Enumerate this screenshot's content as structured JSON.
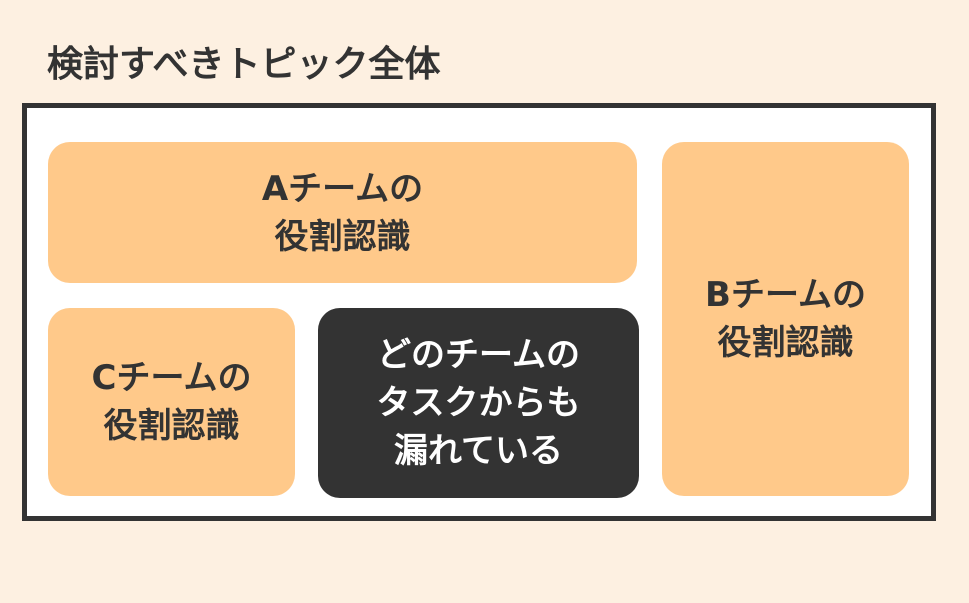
{
  "title": "検討すべきトピック全体",
  "cards": {
    "a": {
      "line1": "Aチームの",
      "line2": "役割認識"
    },
    "b": {
      "line1": "Bチームの",
      "line2": "役割認識"
    },
    "c": {
      "line1": "Cチームの",
      "line2": "役割認識"
    },
    "gap": {
      "line1": "どのチームの",
      "line2": "タスクからも",
      "line3": "漏れている"
    }
  },
  "colors": {
    "background": "#FDF0E1",
    "card": "#FFC98A",
    "dark": "#333333",
    "frame": "#333333"
  }
}
